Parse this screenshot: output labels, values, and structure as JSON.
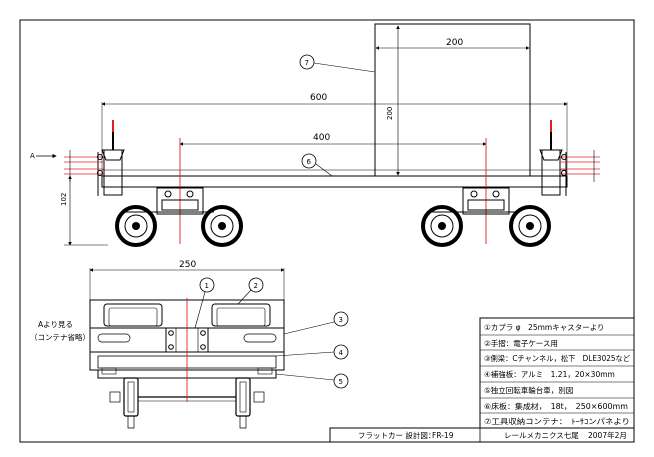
{
  "dimensions": {
    "cab_width": "200",
    "cab_height": "200",
    "overall_length": "600",
    "inner_length": "400",
    "deck_height": "102",
    "overall_width": "250",
    "view_arrow": "A"
  },
  "callouts": [
    "1",
    "2",
    "3",
    "4",
    "5",
    "6",
    "7"
  ],
  "side_note": [
    "Aより見る",
    "（コンテナ省略）"
  ],
  "parts_list": [
    "①カプラ φ　25mmキャスターより",
    "②手摺：電子ケース用",
    "③側梁：Cチャンネル，松下　DLE3025など",
    "④補強板：アルミ　1.21，20×30mm",
    "⑤独立回転車輪台車，別図",
    "⑥床板：集成材，　18t，　250×600mm",
    "⑦工具収納コンテナ：　ﾄｰｻｺンパネより"
  ],
  "title_block": {
    "drawing_title": "フラットカー 設計図：",
    "drawing_no": "FR-19",
    "author": "レールメカニクス七尾",
    "date": "2007年2月"
  },
  "colors": {
    "line": "#000000",
    "center_line": "#e02020",
    "background": "#ffffff"
  }
}
